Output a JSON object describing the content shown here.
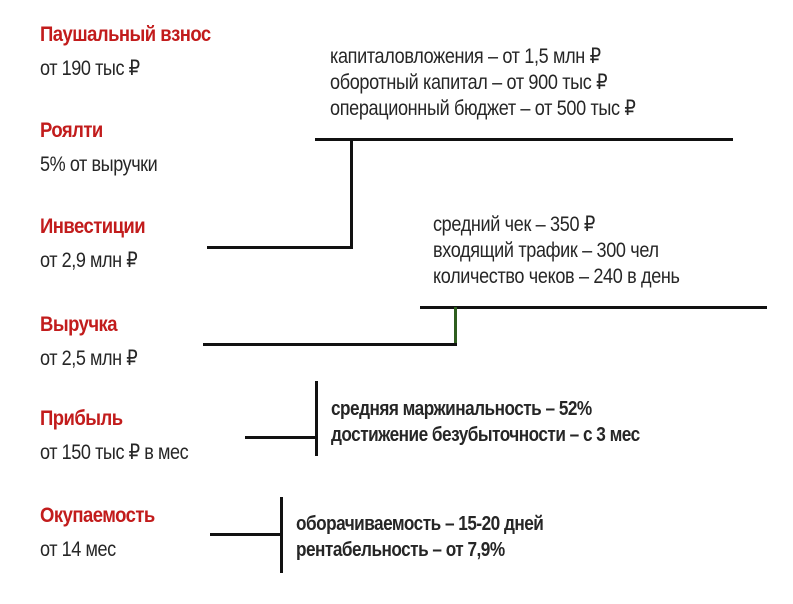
{
  "metrics": [
    {
      "title": "Паушальный взнос",
      "value": "от 190 тыс ₽"
    },
    {
      "title": "Роялти",
      "value": "5% от выручки"
    },
    {
      "title": "Инвестиции",
      "value": "от 2,9 млн ₽"
    },
    {
      "title": "Выручка",
      "value": "от 2,5 млн ₽"
    },
    {
      "title": "Прибыль",
      "value": "от 150 тыс ₽ в мес"
    },
    {
      "title": "Окупаемость",
      "value": "от 14 мес"
    }
  ],
  "details": {
    "investments": [
      "капиталовложения  – от 1,5 млн ₽",
      "оборотный капитал – от 900 тыс ₽",
      "операционный бюджет – от 500 тыс ₽"
    ],
    "revenue": [
      "средний чек – 350 ₽",
      "входящий трафик – 300 чел",
      "количество чеков – 240 в день"
    ],
    "profit": [
      "средняя маржинальность – 52%",
      "достижение безубыточности – с 3 мес"
    ],
    "payback": [
      "оборачиваемость – 15-20 дней",
      "рентабельность – от 7,9%"
    ]
  },
  "colors": {
    "title": "#c21c1c",
    "text": "#262626",
    "line": "#111111",
    "revenue_connector": "#2f5e1f"
  }
}
